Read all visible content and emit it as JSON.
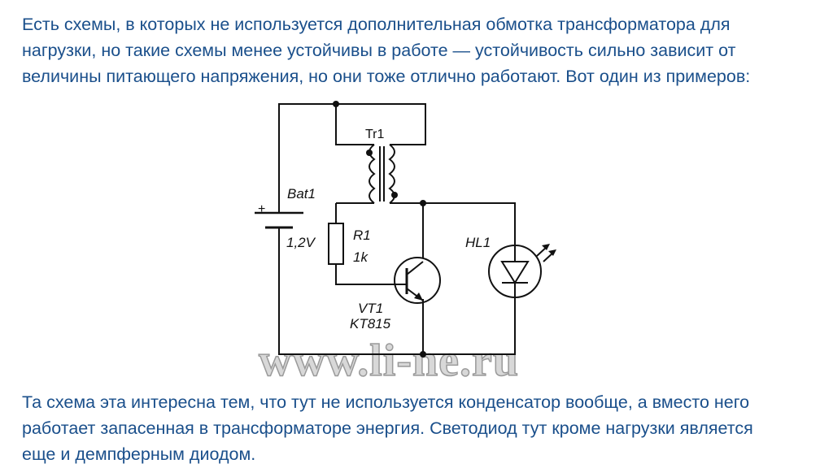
{
  "text": {
    "intro_lines": [
      "Есть схемы, в которых не используется дополнительная обмотка трансформатора для",
      "нагрузки, но такие схемы менее устойчивы в работе — устойчивость сильно зависит от",
      "величины питающего напряжения, но они тоже отлично работают. Вот один из примеров:"
    ],
    "outro_lines": [
      "Та схема эта интересна тем, что тут не используется конденсатор вообще, а вместо него",
      "работает запасенная в трансформаторе энергия. Светодиод тут кроме нагрузки является",
      "еще и демпферным диодом."
    ],
    "color": "#1a4f8b"
  },
  "diagram": {
    "transformer_label": "Tr1",
    "battery_label": "Bat1",
    "battery_plus": "+",
    "battery_voltage": "1,2V",
    "resistor_label": "R1",
    "resistor_value": "1k",
    "transistor_label": "VT1",
    "transistor_part": "KT815",
    "led_label": "HL1",
    "watermark": "www.li-ne.ru",
    "line_color": "#111111"
  }
}
